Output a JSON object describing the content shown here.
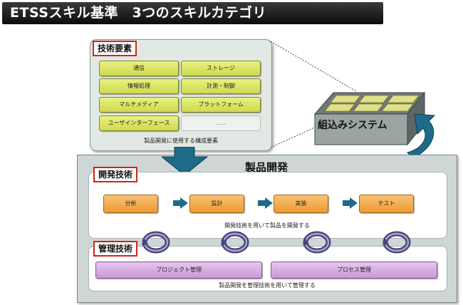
{
  "title": "ETSSスキル基準　3つのスキルカテゴリ",
  "tech_elements": {
    "label": "技術要素",
    "items": [
      "通信",
      "ストレージ",
      "情報処理",
      "計測・制御",
      "マルチメディア",
      "プラットフォーム",
      "ユーザインターフェース",
      "……"
    ],
    "caption": "製品開発に使用する構成要素"
  },
  "embedded_system": {
    "label": "組込みシステム"
  },
  "product_dev": {
    "title": "製品開発",
    "dev_tech": {
      "label": "開発技術",
      "steps": [
        "分析",
        "設計",
        "実装",
        "テスト"
      ],
      "caption": "開発技術を用いて製品を開発する"
    },
    "mgmt_tech": {
      "label": "管理技術",
      "items": [
        "プロジェクト管理",
        "プロセス管理"
      ],
      "caption": "製品開発を管理技術を用いて管理する"
    }
  },
  "colors": {
    "tech_item": "#dbe45e",
    "dev_step": "#f2a444",
    "mgmt_item": "#d5aee0",
    "arrow_teal": "#1d6b88",
    "tag_border": "#c8281e",
    "panel_bg": "#cfd6d6"
  }
}
